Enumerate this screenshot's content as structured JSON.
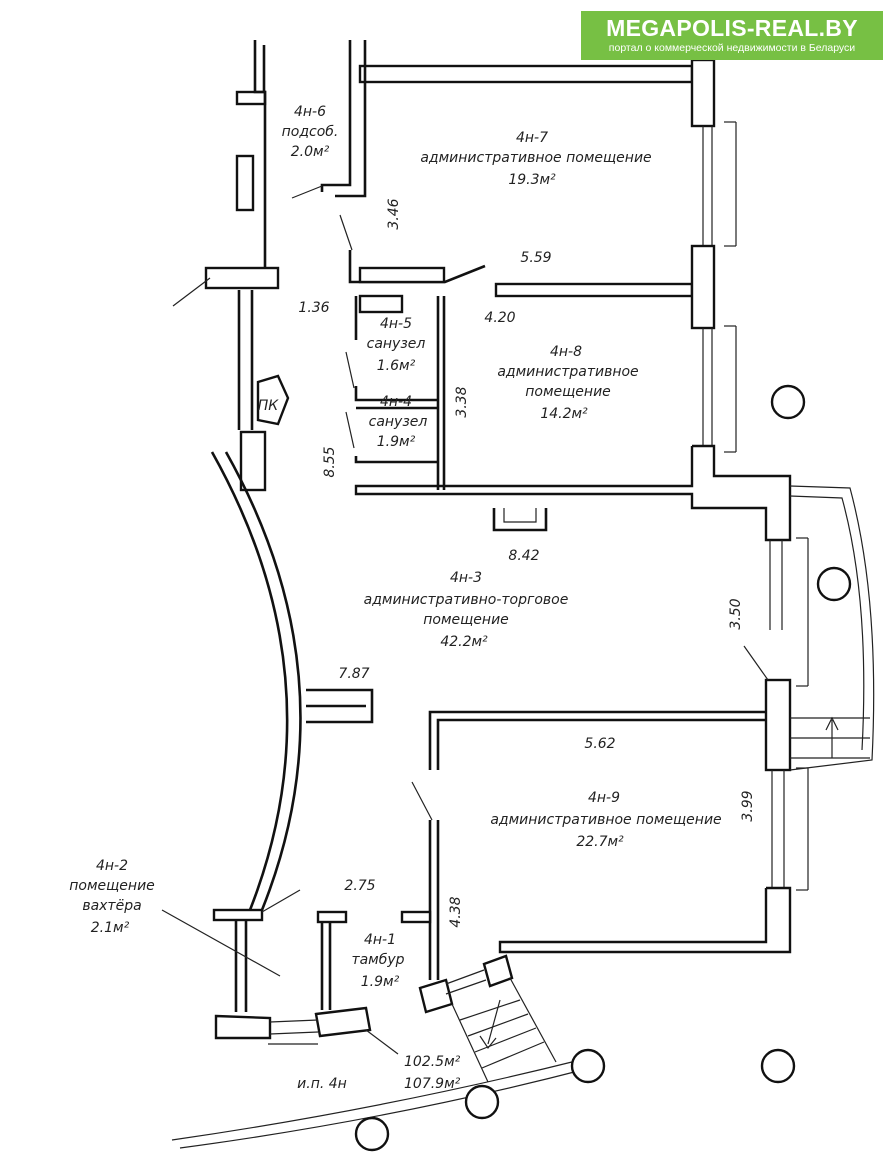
{
  "brand": {
    "site": "MEGAPOLIS-REAL.BY",
    "tagline": "портал о коммерческой недвижимости в Беларуси",
    "color": "#77c044"
  },
  "rooms": {
    "r6": {
      "id": "4н-6",
      "name": "подсоб.",
      "area": "2.0м²"
    },
    "r7": {
      "id": "4н-7",
      "name": "административное помещение",
      "area": "19.3м²"
    },
    "r5": {
      "id": "4н-5",
      "name": "санузел",
      "area": "1.6м²"
    },
    "r4": {
      "id": "4н-4",
      "name": "санузел",
      "area": "1.9м²"
    },
    "r8": {
      "id": "4н-8",
      "name1": "административное",
      "name2": "помещение",
      "area": "14.2м²"
    },
    "r3": {
      "id": "4н-3",
      "name1": "административно-торговое",
      "name2": "помещение",
      "area": "42.2м²"
    },
    "r9": {
      "id": "4н-9",
      "name": "административное помещение",
      "area": "22.7м²"
    },
    "r2": {
      "id": "4н-2",
      "name1": "помещение",
      "name2": "вахтёра",
      "area": "2.1м²"
    },
    "r1": {
      "id": "4н-1",
      "name": "тамбур",
      "area": "1.9м²"
    }
  },
  "dimensions": {
    "d346": "3.46",
    "d559": "5.59",
    "d136": "1.36",
    "d420": "4.20",
    "d338": "3.38",
    "d855": "8.55",
    "d842": "8.42",
    "d350": "3.50",
    "d787": "7.87",
    "d562": "5.62",
    "d399": "3.99",
    "d275": "2.75",
    "d438": "4.38"
  },
  "labels": {
    "pk": "ПК",
    "total1": "102.5м²",
    "total2": "107.9м²",
    "ip": "и.п. 4н"
  }
}
